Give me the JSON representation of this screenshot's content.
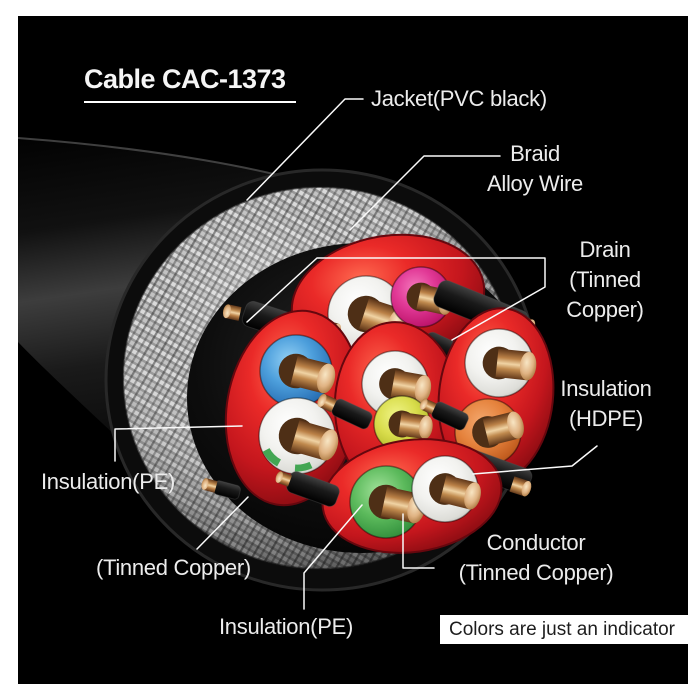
{
  "title": {
    "text": "Cable CAC-1373"
  },
  "labels": {
    "jacket": "Jacket(PVC black)",
    "braid_line1": "Braid",
    "braid_line2": "Alloy Wire",
    "drain_line1": "Drain",
    "drain_line2": "(Tinned",
    "drain_line3": "Copper)",
    "hdpe_line1": "Insulation",
    "hdpe_line2": "(HDPE)",
    "insulation_pe_left": "Insulation(PE)",
    "tinned_copper_left": "(Tinned Copper)",
    "conductor_line1": "Conductor",
    "conductor_line2": "(Tinned Copper)",
    "insulation_pe_bottom": "Insulation(PE)"
  },
  "note": {
    "text": "Colors are just an indicator"
  },
  "colors": {
    "page_margin": "#ffffff",
    "background": "#000000",
    "leader_line": "#fafafa",
    "jacket_black": "#0c0c0c",
    "braid_silver_light": "#dadada",
    "braid_silver_dark": "#8a8a8a",
    "pair_sheath_red": "#d42025",
    "wire_white": "#f1f1ee",
    "wire_magenta": "#e23a97",
    "wire_blue": "#4d9fdc",
    "wire_yellow": "#d9dd4c",
    "wire_orange": "#e5823c",
    "wire_green": "#5cba5c",
    "conductor_copper": "#d9a878",
    "drain_black": "#161616"
  }
}
